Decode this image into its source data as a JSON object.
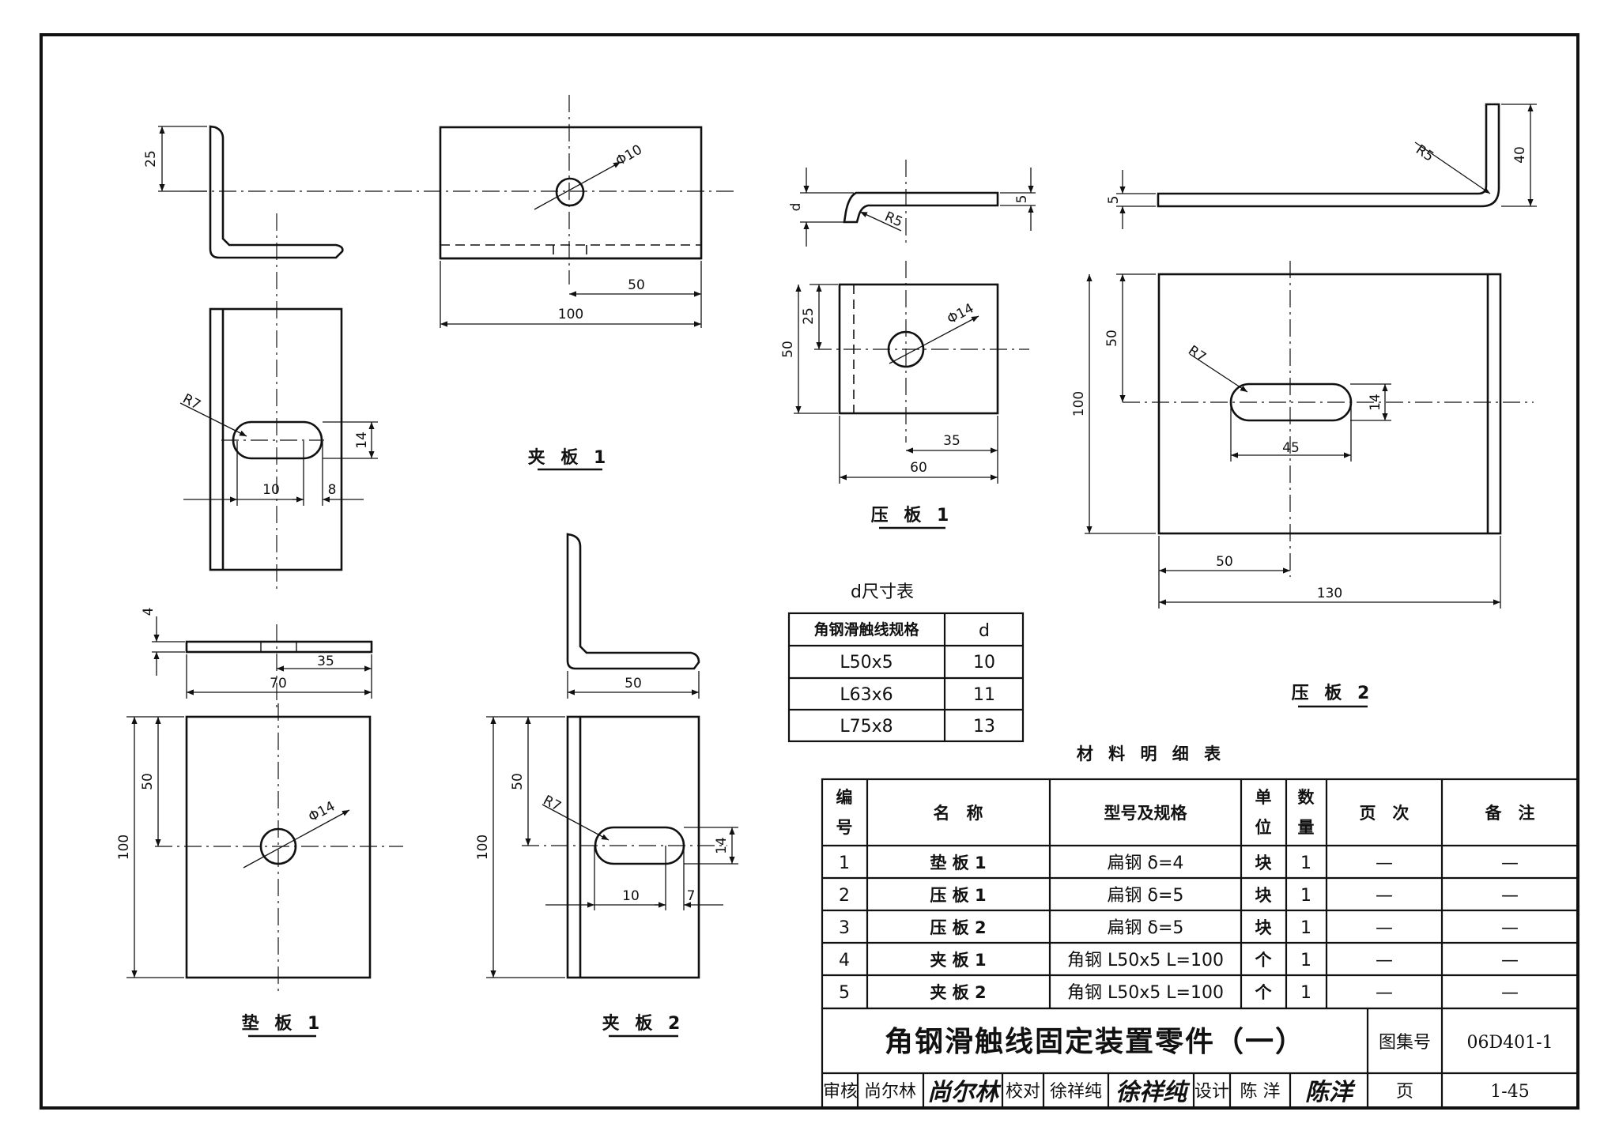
{
  "views": {
    "jiaban1_label": "夹 板 1",
    "yaban1_label": "压 板 1",
    "yaban2_label": "压 板 2",
    "dianban1_label": "垫 板 1",
    "jiaban2_label": "夹 板 2"
  },
  "dims": {
    "jb1_side_25": "25",
    "jb1_top_phi10": "Φ10",
    "jb1_top_50": "50",
    "jb1_top_100": "100",
    "jb1_front_r7": "R7",
    "jb1_front_14": "14",
    "jb1_front_10": "10",
    "jb1_front_8": "8",
    "yb1_side_d": "d",
    "yb1_side_5": "5",
    "yb1_side_r5": "R5",
    "yb1_front_25": "25",
    "yb1_front_50": "50",
    "yb1_front_phi14": "Φ14",
    "yb1_front_35": "35",
    "yb1_front_60": "60",
    "yb2_side_5": "5",
    "yb2_side_r5": "R5",
    "yb2_side_40": "40",
    "yb2_front_50v": "50",
    "yb2_front_100": "100",
    "yb2_front_r7": "R7",
    "yb2_front_14": "14",
    "yb2_front_45": "45",
    "yb2_front_50h": "50",
    "yb2_front_130": "130",
    "db1_side_4": "4",
    "db1_side_35": "35",
    "db1_side_70": "70",
    "db1_front_50": "50",
    "db1_front_100": "100",
    "db1_front_phi14": "Φ14",
    "jb2_side_50": "50",
    "jb2_front_50": "50",
    "jb2_front_100": "100",
    "jb2_front_r7": "R7",
    "jb2_front_14": "14",
    "jb2_front_10": "10",
    "jb2_front_7": "7"
  },
  "d_table": {
    "title": "d尺寸表",
    "header": [
      "角钢滑触线规格",
      "d"
    ],
    "rows": [
      [
        "L50x5",
        "10"
      ],
      [
        "L63x6",
        "11"
      ],
      [
        "L75x8",
        "13"
      ]
    ]
  },
  "materials": {
    "title": "材 料 明 细 表",
    "headers": {
      "no": [
        "编",
        "号"
      ],
      "name": "名　称",
      "spec": "型号及规格",
      "unit": [
        "单",
        "位"
      ],
      "qty": [
        "数",
        "量"
      ],
      "page": "页　次",
      "remark": "备　注"
    },
    "rows": [
      {
        "no": "1",
        "name": "垫 板 1",
        "spec": "扁钢 δ=4",
        "unit": "块",
        "qty": "1",
        "page": "—",
        "remark": "—"
      },
      {
        "no": "2",
        "name": "压 板 1",
        "spec": "扁钢 δ=5",
        "unit": "块",
        "qty": "1",
        "page": "—",
        "remark": "—"
      },
      {
        "no": "3",
        "name": "压 板 2",
        "spec": "扁钢 δ=5",
        "unit": "块",
        "qty": "1",
        "page": "—",
        "remark": "—"
      },
      {
        "no": "4",
        "name": "夹 板 1",
        "spec": "角钢 L50x5 L=100",
        "unit": "个",
        "qty": "1",
        "page": "—",
        "remark": "—"
      },
      {
        "no": "5",
        "name": "夹 板 2",
        "spec": "角钢 L50x5 L=100",
        "unit": "个",
        "qty": "1",
        "page": "—",
        "remark": "—"
      }
    ]
  },
  "title_block": {
    "title": "角钢滑触线固定装置零件（一）",
    "atlas_label": "图集号",
    "atlas_no": "06D401-1",
    "review_label": "审核",
    "review_name": "尚尔林",
    "review_sig": "尚尔林",
    "check_label": "校对",
    "check_name": "徐祥纯",
    "check_sig": "徐祥纯",
    "design_label": "设计",
    "design_name": "陈 洋",
    "design_sig": "陈洋",
    "page_label": "页",
    "page_no": "1-45"
  }
}
